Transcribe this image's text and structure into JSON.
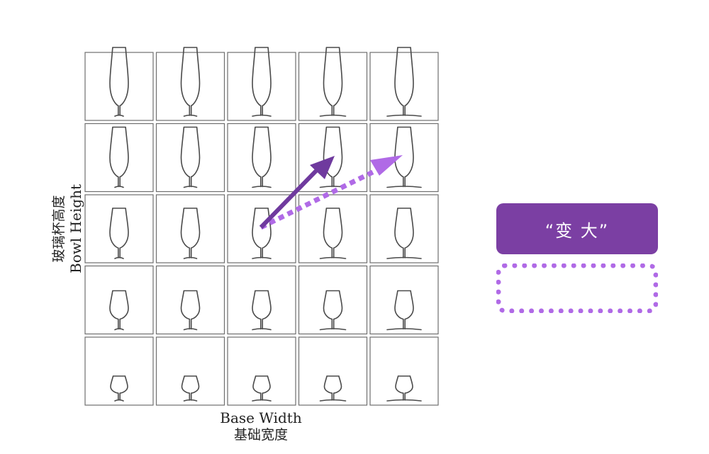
{
  "grid": {
    "rows": 5,
    "cols": 5
  },
  "axes": {
    "x_label_en": "Base Width",
    "x_label_zh": "基础宽度",
    "y_label_zh": "玻璃杯高度",
    "y_label_en": "Bowl Height"
  },
  "legend": {
    "label": "“变 大”"
  },
  "colors": {
    "solid_arrow": "#6f3a9e",
    "dashed_arrow": "#b06ae6",
    "label_box": "#7b3fa3",
    "glass_stroke": "#4a4a4a"
  }
}
